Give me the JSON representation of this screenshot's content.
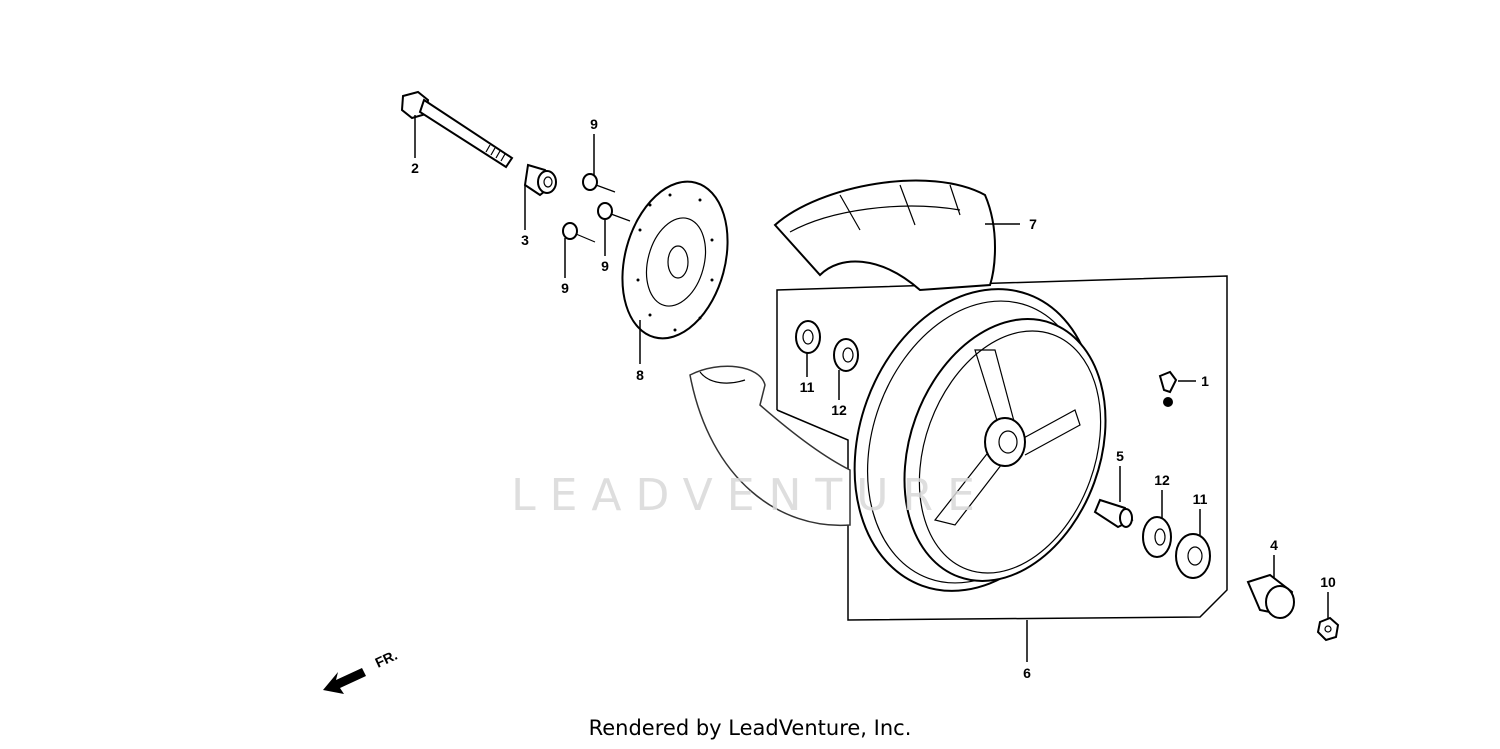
{
  "diagram": {
    "watermark": "LEADVENTURE",
    "direction_label": "FR.",
    "callouts": [
      {
        "id": "callout-1",
        "text": "1"
      },
      {
        "id": "callout-2",
        "text": "2"
      },
      {
        "id": "callout-3",
        "text": "3"
      },
      {
        "id": "callout-4",
        "text": "4"
      },
      {
        "id": "callout-5",
        "text": "5"
      },
      {
        "id": "callout-6",
        "text": "6"
      },
      {
        "id": "callout-7",
        "text": "7"
      },
      {
        "id": "callout-8",
        "text": "8"
      },
      {
        "id": "callout-9a",
        "text": "9"
      },
      {
        "id": "callout-9b",
        "text": "9"
      },
      {
        "id": "callout-9c",
        "text": "9"
      },
      {
        "id": "callout-10",
        "text": "10"
      },
      {
        "id": "callout-11a",
        "text": "11"
      },
      {
        "id": "callout-11b",
        "text": "11"
      },
      {
        "id": "callout-12a",
        "text": "12"
      },
      {
        "id": "callout-12b",
        "text": "12"
      }
    ]
  },
  "footer": {
    "text": "Rendered by LeadVenture, Inc."
  }
}
